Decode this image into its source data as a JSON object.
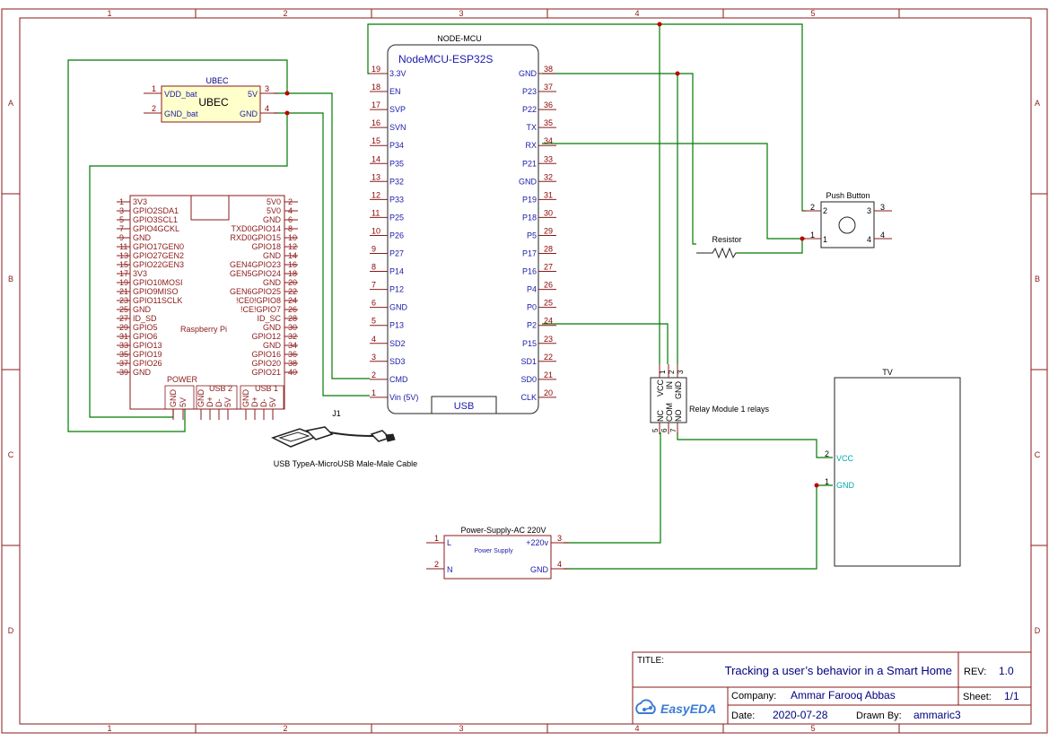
{
  "frame": {
    "columns": [
      "1",
      "2",
      "3",
      "4",
      "5"
    ],
    "rows": [
      "A",
      "B",
      "C",
      "D"
    ]
  },
  "nodemcu": {
    "ref": "NODE-MCU",
    "name": "NodeMCU-ESP32S",
    "usb": "USB",
    "left_pins": [
      {
        "num": "19",
        "label": "3.3V"
      },
      {
        "num": "18",
        "label": "EN"
      },
      {
        "num": "17",
        "label": "SVP"
      },
      {
        "num": "16",
        "label": "SVN"
      },
      {
        "num": "15",
        "label": "P34"
      },
      {
        "num": "14",
        "label": "P35"
      },
      {
        "num": "13",
        "label": "P32"
      },
      {
        "num": "12",
        "label": "P33"
      },
      {
        "num": "11",
        "label": "P25"
      },
      {
        "num": "10",
        "label": "P26"
      },
      {
        "num": "9",
        "label": "P27"
      },
      {
        "num": "8",
        "label": "P14"
      },
      {
        "num": "7",
        "label": "P12"
      },
      {
        "num": "6",
        "label": "GND"
      },
      {
        "num": "5",
        "label": "P13"
      },
      {
        "num": "4",
        "label": "SD2"
      },
      {
        "num": "3",
        "label": "SD3"
      },
      {
        "num": "2",
        "label": "CMD"
      },
      {
        "num": "1",
        "label": "Vin (5V)"
      }
    ],
    "right_pins": [
      {
        "num": "38",
        "label": "GND"
      },
      {
        "num": "37",
        "label": "P23"
      },
      {
        "num": "36",
        "label": "P22"
      },
      {
        "num": "35",
        "label": "TX"
      },
      {
        "num": "34",
        "label": "RX"
      },
      {
        "num": "33",
        "label": "P21"
      },
      {
        "num": "32",
        "label": "GND"
      },
      {
        "num": "31",
        "label": "P19"
      },
      {
        "num": "30",
        "label": "P18"
      },
      {
        "num": "29",
        "label": "P5"
      },
      {
        "num": "28",
        "label": "P17"
      },
      {
        "num": "27",
        "label": "P16"
      },
      {
        "num": "26",
        "label": "P4"
      },
      {
        "num": "25",
        "label": "P0"
      },
      {
        "num": "24",
        "label": "P2"
      },
      {
        "num": "23",
        "label": "P15"
      },
      {
        "num": "22",
        "label": "SD1"
      },
      {
        "num": "21",
        "label": "SD0"
      },
      {
        "num": "20",
        "label": "CLK"
      }
    ]
  },
  "ubec": {
    "ref": "UBEC",
    "body": "UBEC",
    "pins": [
      {
        "num": "1",
        "label": "VDD_bat"
      },
      {
        "num": "2",
        "label": "GND_bat"
      },
      {
        "num": "3",
        "label": "5V"
      },
      {
        "num": "4",
        "label": "GND"
      }
    ]
  },
  "raspberry_pi": {
    "title": "Raspberry Pi",
    "left": [
      {
        "num": "1",
        "label": "3V3"
      },
      {
        "num": "3",
        "label": "GPIO2SDA1"
      },
      {
        "num": "5",
        "label": "GPIO3SCL1"
      },
      {
        "num": "7",
        "label": "GPIO4GCKL"
      },
      {
        "num": "9",
        "label": "GND"
      },
      {
        "num": "11",
        "label": "GPIO17GEN0"
      },
      {
        "num": "13",
        "label": "GPIO27GEN2"
      },
      {
        "num": "15",
        "label": "GPIO22GEN3"
      },
      {
        "num": "17",
        "label": "3V3"
      },
      {
        "num": "19",
        "label": "GPIO10MOSI"
      },
      {
        "num": "21",
        "label": "GPIO9MISO"
      },
      {
        "num": "23",
        "label": "GPIO11SCLK"
      },
      {
        "num": "25",
        "label": "GND"
      },
      {
        "num": "27",
        "label": "ID_SD"
      },
      {
        "num": "29",
        "label": "GPIO5"
      },
      {
        "num": "31",
        "label": "GPIO6"
      },
      {
        "num": "33",
        "label": "GPIO13"
      },
      {
        "num": "35",
        "label": "GPIO19"
      },
      {
        "num": "37",
        "label": "GPIO26"
      },
      {
        "num": "39",
        "label": "GND"
      }
    ],
    "right": [
      {
        "num": "2",
        "label": "5V0"
      },
      {
        "num": "4",
        "label": "5V0"
      },
      {
        "num": "6",
        "label": "GND"
      },
      {
        "num": "8",
        "label": "TXD0GPIO14"
      },
      {
        "num": "10",
        "label": "RXD0GPIO15"
      },
      {
        "num": "12",
        "label": "GPIO18"
      },
      {
        "num": "14",
        "label": "GND"
      },
      {
        "num": "16",
        "label": "GEN4GPIO23"
      },
      {
        "num": "18",
        "label": "GEN5GPIO24"
      },
      {
        "num": "20",
        "label": "GND"
      },
      {
        "num": "22",
        "label": "GEN6GPIO25"
      },
      {
        "num": "24",
        "label": "!CE0!GPIO8"
      },
      {
        "num": "26",
        "label": "!CE!GPIO7"
      },
      {
        "num": "28",
        "label": "ID_SC"
      },
      {
        "num": "30",
        "label": "GND"
      },
      {
        "num": "32",
        "label": "GPIO12"
      },
      {
        "num": "34",
        "label": "GND"
      },
      {
        "num": "36",
        "label": "GPIO16"
      },
      {
        "num": "38",
        "label": "GPIO20"
      },
      {
        "num": "40",
        "label": "GPIO21"
      }
    ],
    "power_label": "POWER",
    "power_pins": [
      "GND",
      "5V"
    ],
    "usb2_label": "USB 2",
    "usb2_pins": [
      "GND",
      "D+",
      "D-",
      "5V"
    ],
    "usb1_label": "USB 1",
    "usb1_pins": [
      "GND",
      "D+",
      "D-",
      "5V"
    ]
  },
  "usb_cable": {
    "ref": "J1",
    "name": "USB TypeA-MicroUSB Male-Male Cable"
  },
  "push_button": {
    "name": "Push Button",
    "pins": [
      {
        "num": "2"
      },
      {
        "num": "1"
      },
      {
        "num": "3"
      },
      {
        "num": "4"
      }
    ]
  },
  "resistor": {
    "name": "Resistor"
  },
  "relay": {
    "name": "Relay Module 1 relays",
    "top_pins": [
      {
        "num": "1",
        "label": "VCC"
      },
      {
        "num": "2",
        "label": "IN"
      },
      {
        "num": "3",
        "label": "GND"
      }
    ],
    "bottom_pins": [
      {
        "num": "5",
        "label": "NC"
      },
      {
        "num": "6",
        "label": "COM"
      },
      {
        "num": "7",
        "label": "NO"
      }
    ]
  },
  "tv": {
    "name": "TV",
    "pins": [
      {
        "num": "2",
        "label": "VCC"
      },
      {
        "num": "1",
        "label": "GND"
      }
    ]
  },
  "power_supply": {
    "name": "Power-Supply-AC 220V",
    "body": "Power Supply",
    "pins": [
      {
        "num": "1",
        "label": "L"
      },
      {
        "num": "2",
        "label": "N"
      },
      {
        "num": "3",
        "label": "+220v"
      },
      {
        "num": "4",
        "label": "GND"
      }
    ]
  },
  "title_block": {
    "title_label": "TITLE:",
    "title": "Tracking a user’s behavior in a Smart Home",
    "rev_label": "REV:",
    "rev": "1.0",
    "company_label": "Company:",
    "company": "Ammar Farooq Abbas",
    "sheet_label": "Sheet:",
    "sheet": "1/1",
    "date_label": "Date:",
    "date": "2020-07-28",
    "drawn_label": "Drawn By:",
    "drawn_by": "ammaric3",
    "logo_text": "EasyEDA"
  },
  "colors": {
    "wire": "#007a00",
    "frame": "#8b1a1a",
    "pin_label": "#1a1aaa",
    "junction": "#c00000",
    "ubec_fill": "#ffffcc",
    "tv_pin_label": "#00aaaa",
    "easyeda_blue": "#3a7bd5"
  }
}
